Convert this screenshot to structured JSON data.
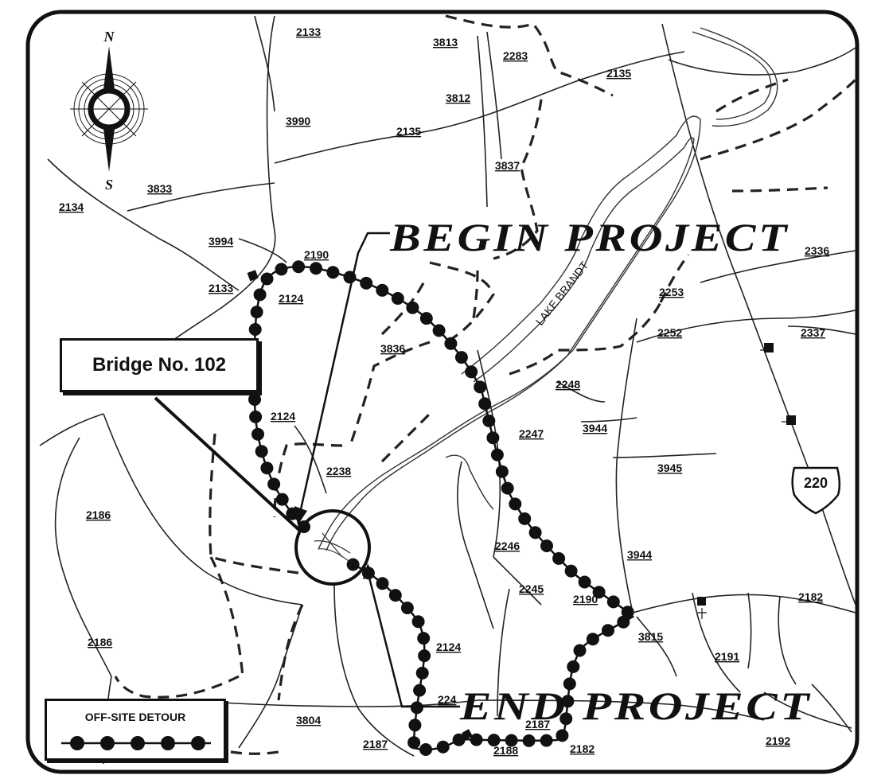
{
  "labels": {
    "begin_project": "BEGIN PROJECT",
    "end_project": "END PROJECT",
    "bridge": "Bridge No. 102",
    "legend_title": "OFF-SITE DETOUR",
    "lake": "LAKE BRANDT",
    "north": "N",
    "south": "S",
    "highway_shield": "220"
  },
  "roads": [
    {
      "id": "r2133a",
      "text": "2133"
    },
    {
      "id": "r3813",
      "text": "3813"
    },
    {
      "id": "r2283",
      "text": "2283"
    },
    {
      "id": "r2135a",
      "text": "2135"
    },
    {
      "id": "r3812",
      "text": "3812"
    },
    {
      "id": "r3990",
      "text": "3990"
    },
    {
      "id": "r2135b",
      "text": "2135"
    },
    {
      "id": "r3837",
      "text": "3837"
    },
    {
      "id": "r3833",
      "text": "3833"
    },
    {
      "id": "r2134",
      "text": "2134"
    },
    {
      "id": "r3994",
      "text": "3994"
    },
    {
      "id": "r2190a",
      "text": "2190"
    },
    {
      "id": "r2133b",
      "text": "2133"
    },
    {
      "id": "r2124a",
      "text": "2124"
    },
    {
      "id": "r2336",
      "text": "2336"
    },
    {
      "id": "r2253",
      "text": "2253"
    },
    {
      "id": "r2252",
      "text": "2252"
    },
    {
      "id": "r2337",
      "text": "2337"
    },
    {
      "id": "r3836",
      "text": "3836"
    },
    {
      "id": "r2248",
      "text": "2248"
    },
    {
      "id": "r2124b",
      "text": "2124"
    },
    {
      "id": "r2247",
      "text": "2247"
    },
    {
      "id": "r3944a",
      "text": "3944"
    },
    {
      "id": "r2238",
      "text": "2238"
    },
    {
      "id": "r3945",
      "text": "3945"
    },
    {
      "id": "r2186a",
      "text": "2186"
    },
    {
      "id": "r2246",
      "text": "2246"
    },
    {
      "id": "r3944b",
      "text": "3944"
    },
    {
      "id": "r2245",
      "text": "2245"
    },
    {
      "id": "r2190b",
      "text": "2190"
    },
    {
      "id": "r2182a",
      "text": "2182"
    },
    {
      "id": "r3815",
      "text": "3815"
    },
    {
      "id": "r2186b",
      "text": "2186"
    },
    {
      "id": "r2124c",
      "text": "2124"
    },
    {
      "id": "r2191",
      "text": "2191"
    },
    {
      "id": "r2244",
      "text": "224"
    },
    {
      "id": "r3804",
      "text": "3804"
    },
    {
      "id": "r2187a",
      "text": "2187"
    },
    {
      "id": "r2187b",
      "text": "2187"
    },
    {
      "id": "r2188",
      "text": "2188"
    },
    {
      "id": "r2182b",
      "text": "2182"
    },
    {
      "id": "r2192",
      "text": "2192"
    }
  ]
}
